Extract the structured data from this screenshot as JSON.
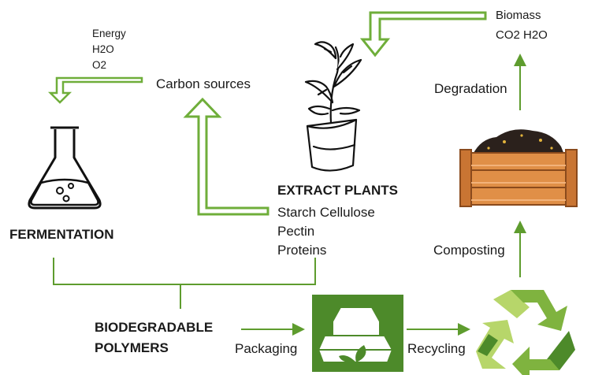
{
  "labels": {
    "energy": "Energy",
    "h2o": "H2O",
    "o2": "O2",
    "carbon_sources": "Carbon sources",
    "fermentation": "FERMENTATION",
    "extract_plants": "EXTRACT PLANTS",
    "starch_cellulose": "Starch Cellulose",
    "pectin": "Pectin",
    "proteins": "Proteins",
    "biomass": "Biomass",
    "co2_h2o": "CO2 H2O",
    "degradation": "Degradation",
    "composting": "Composting",
    "biodegradable": "BIODEGRADABLE",
    "polymers": "POLYMERS",
    "packaging": "Packaging",
    "recycling": "Recycling"
  },
  "colors": {
    "arrow_fill": "#ffffff",
    "arrow_border": "#6fae3a",
    "arrow_line": "#5e9c2e",
    "crate": "#d9823a",
    "crate_dark": "#8a4a1c",
    "packaging_bg": "#4d8a2a",
    "recycle_light": "#b7d66a",
    "recycle_mid": "#7fb33f",
    "recycle_dark": "#4d8a2a"
  },
  "icons": [
    "flask-icon",
    "plant-pot-icon",
    "compost-crate-icon",
    "packaging-icon",
    "recycling-icon"
  ]
}
